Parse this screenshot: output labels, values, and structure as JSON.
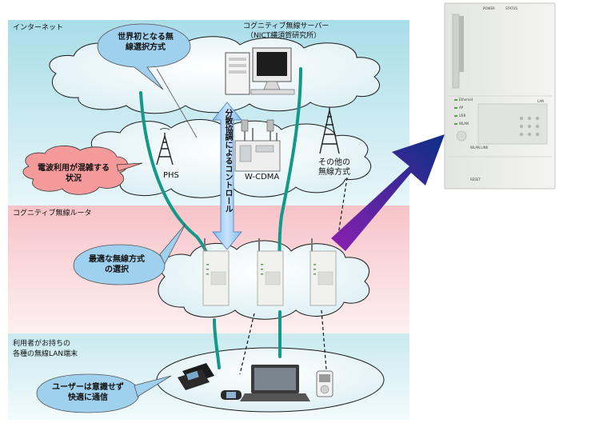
{
  "zones": {
    "internet": "インターネット",
    "router": "コグニティブ無線ルータ",
    "user": "利用者がお持ちの\n各種の無線LAN端末"
  },
  "server": {
    "title": "コグニティブ無線サーバー",
    "subtitle": "（NICT横須賀研究所）"
  },
  "callouts": {
    "world_first": "世界初となる無線選択方式",
    "congestion": "電波利用が混雑する状況",
    "best_method": "最適な無線方式の選択",
    "user_comfort": "ユーザーは意識せず快適に通信"
  },
  "control_arrow": "分散協調によるコントロール",
  "networks": {
    "phs": "PHS",
    "wcdma": "W-CDMA",
    "other": "その他の\n無線方式"
  },
  "device_labels": {
    "power": "POWER",
    "status": "STATUS",
    "lan": "LAN",
    "ethernet": "Ethernet",
    "ap": "AP",
    "usb": "USB",
    "wlan": "WLAN",
    "wlan_link": "WLAN LINK",
    "reset": "RESET"
  },
  "colors": {
    "internet_zone": "#b9e2ea",
    "router_zone": "#f8cfd3",
    "user_zone": "#d7eef2",
    "cable": "#14988a",
    "callout_blue": "#9fd0ee",
    "callout_red": "#f49a9a",
    "big_arrow_start": "#8c1fb0",
    "big_arrow_end": "#0b2f86"
  }
}
